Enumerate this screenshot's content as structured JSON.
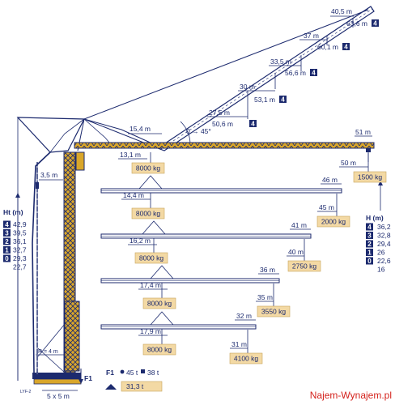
{
  "colors": {
    "structure": "#1c2a6e",
    "load_box": "#f3d9a4",
    "badge": "#1c2a6e",
    "mast_fill": "#d9a62a",
    "watermark": "#d4221c"
  },
  "luffing": {
    "angle_label": "0 → 45°",
    "positions": [
      {
        "radius": "40,5 m",
        "height": "63,6 m",
        "badge": "4"
      },
      {
        "radius": "37 m",
        "height": "60,1 m",
        "badge": "4"
      },
      {
        "radius": "33,5 m",
        "height": "56,6 m",
        "badge": "4"
      },
      {
        "radius": "30 m",
        "height": "53,1 m",
        "badge": "4"
      },
      {
        "radius": "27,5 m",
        "height": "50,6 m",
        "badge": "4"
      }
    ]
  },
  "jib": {
    "min_radius": "15,4 m",
    "top_length": "51 m"
  },
  "load_rows": [
    {
      "near_radius": "13,1 m",
      "near_load": "8000 kg",
      "far_radius": "50 m",
      "far_load": "1500 kg"
    },
    {
      "near_radius": "14,4 m",
      "near_load": "8000 kg",
      "jib_length": "46 m",
      "far_radius": "45 m",
      "far_load": "2000 kg"
    },
    {
      "near_radius": "16,2 m",
      "near_load": "8000 kg",
      "jib_length": "41 m",
      "far_radius": "40 m",
      "far_load": "2750 kg"
    },
    {
      "near_radius": "17,4 m",
      "near_load": "8000 kg",
      "jib_length": "36 m",
      "far_radius": "35 m",
      "far_load": "3550 kg"
    },
    {
      "near_radius": "17,9 m",
      "near_load": "8000 kg",
      "jib_length": "32 m",
      "far_radius": "31 m",
      "far_load": "4100 kg"
    }
  ],
  "tower": {
    "offset": "3,5 m",
    "radius_label": "R = 4 m",
    "base": "5 x 5 m",
    "f1_label": "F1",
    "model_note": "LYF-2"
  },
  "ht_table": {
    "title": "Ht (m)",
    "rows": [
      {
        "badge": "4",
        "value": "42,9"
      },
      {
        "badge": "3",
        "value": "39,5"
      },
      {
        "badge": "2",
        "value": "36,1"
      },
      {
        "badge": "1",
        "value": "32,7"
      },
      {
        "badge": "0",
        "value": "29,3"
      },
      {
        "badge": "",
        "value": "22,7"
      }
    ]
  },
  "h_table": {
    "title": "H (m)",
    "rows": [
      {
        "badge": "4",
        "value": "36,2"
      },
      {
        "badge": "3",
        "value": "32,8"
      },
      {
        "badge": "2",
        "value": "29,4"
      },
      {
        "badge": "1",
        "value": "26"
      },
      {
        "badge": "0",
        "value": "22,6"
      },
      {
        "badge": "",
        "value": "16"
      }
    ]
  },
  "legend": {
    "f1": "F1",
    "circle_val": "45 t",
    "square_val": "38 t",
    "total_val": "31,3 t"
  },
  "watermark": "Najem-Wynajem.pl"
}
